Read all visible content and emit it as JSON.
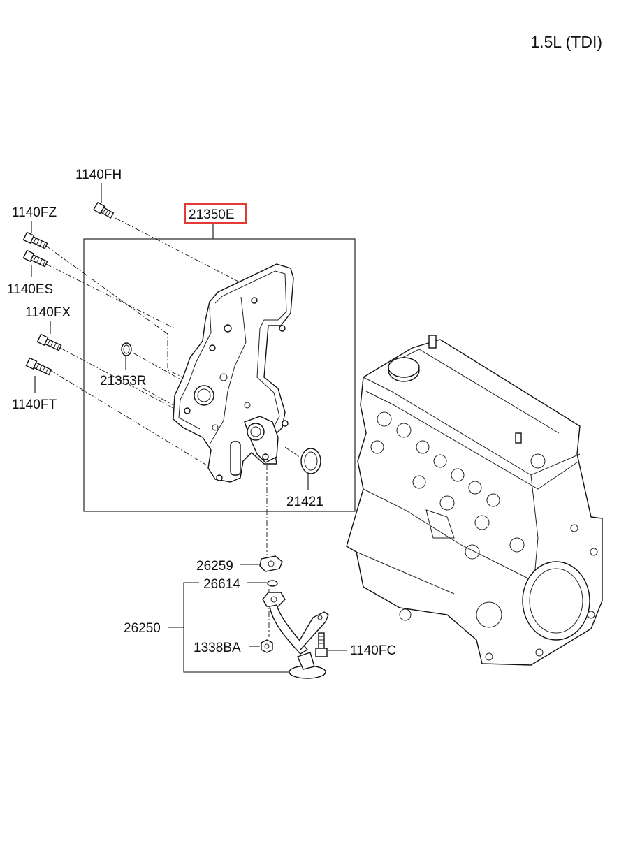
{
  "engine_label": "1.5L (TDI)",
  "highlight_color": "#e53935",
  "labels": {
    "p1140FH": "1140FH",
    "p1140FZ": "1140FZ",
    "p1140ES": "1140ES",
    "p1140FX": "1140FX",
    "p1140FT": "1140FT",
    "p21350E": "21350E",
    "p21353R": "21353R",
    "p21421": "21421",
    "p26259": "26259",
    "p26614": "26614",
    "p26250": "26250",
    "p1338BA": "1338BA",
    "p1140FC": "1140FC"
  }
}
